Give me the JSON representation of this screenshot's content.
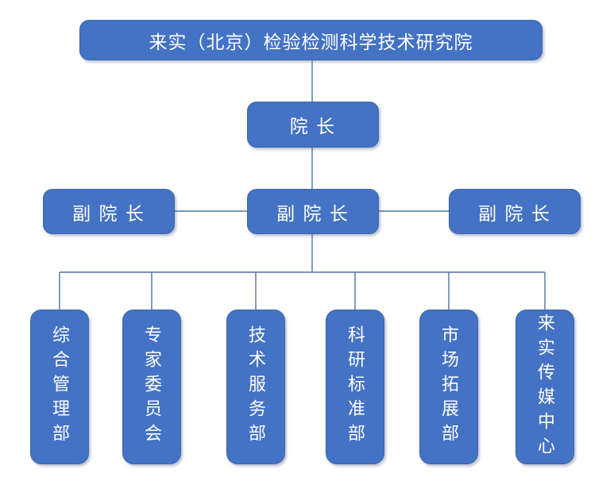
{
  "colors": {
    "background": "#FFFFFF",
    "box_fill": "#4472C4",
    "box_border": "#3C66AB",
    "connector": "#527199",
    "text": "#FFFFFF"
  },
  "org_chart": {
    "root": {
      "label": "来实（北京）检验检测科学技术研究院"
    },
    "president": {
      "label": "院 长"
    },
    "vice_presidents": [
      {
        "label": "副 院 长"
      },
      {
        "label": "副 院 长"
      },
      {
        "label": "副 院 长"
      }
    ],
    "departments": [
      {
        "label": "综合管理部"
      },
      {
        "label": "专家委员会"
      },
      {
        "label": "技术服务部"
      },
      {
        "label": "科研标准部"
      },
      {
        "label": "市场拓展部"
      },
      {
        "label": "来实传媒中心"
      }
    ]
  }
}
